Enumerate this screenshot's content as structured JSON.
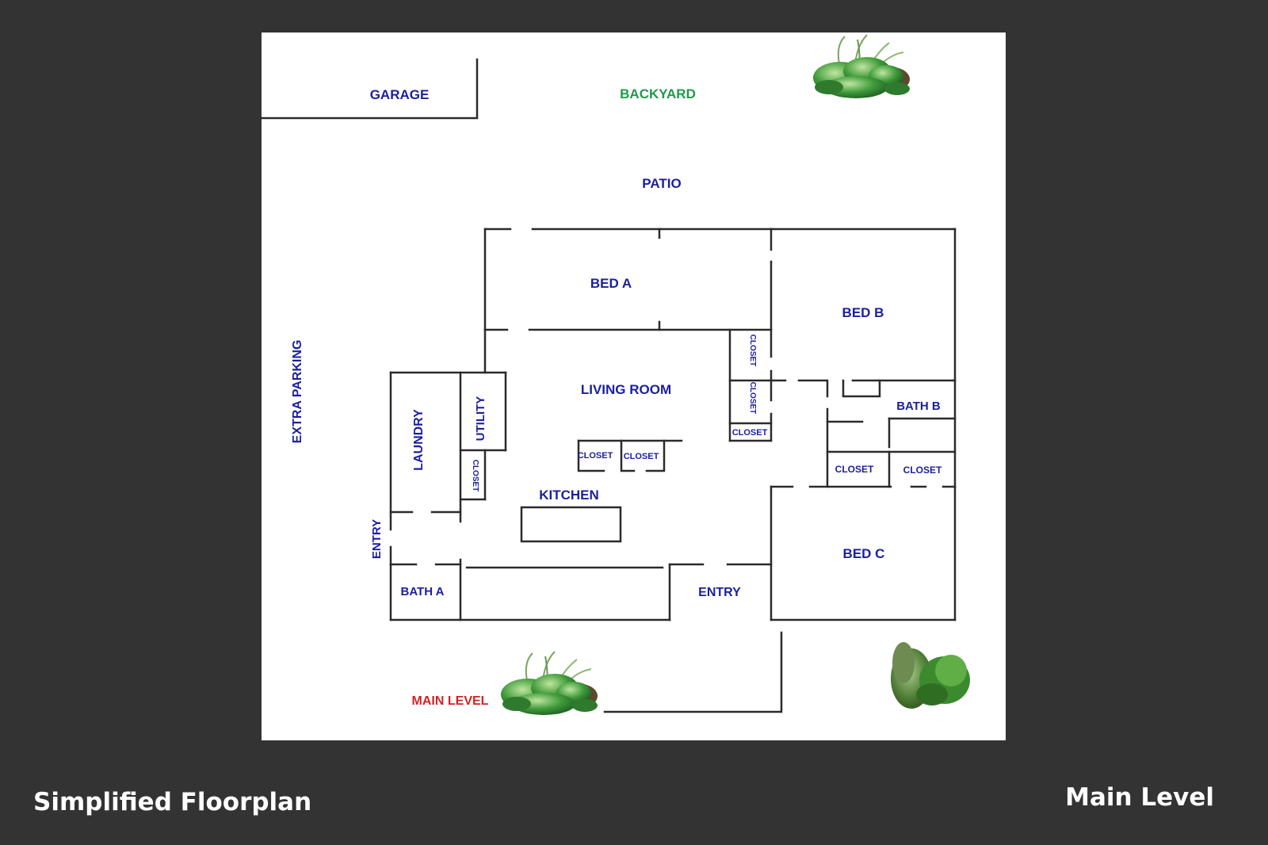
{
  "colors": {
    "background": "#333333",
    "sheet": "#ffffff",
    "wall": "#2b2b2b",
    "room_label": "#1c1f9e",
    "backyard_label": "#1f9a4b",
    "main_level_label": "#d22424",
    "caption": "#ffffff"
  },
  "labels": {
    "garage": "GARAGE",
    "backyard": "BACKYARD",
    "patio": "PATIO",
    "extra_parking": "EXTRA PARKING",
    "bed_a": "BED A",
    "bed_b": "BED B",
    "living_room": "LIVING ROOM",
    "utility": "UTILITY",
    "laundry": "LAUNDRY",
    "closet": "CLOSET",
    "kitchen": "KITCHEN",
    "bath_a": "BATH A",
    "bath_b": "BATH B",
    "bed_c": "BED C",
    "entry": "ENTRY",
    "main_level": "MAIN LEVEL"
  },
  "captions": {
    "left": "Simplified Floorplan",
    "right": "Main Level"
  },
  "icons": [
    "shrub-icon",
    "herb-plant-icon"
  ]
}
